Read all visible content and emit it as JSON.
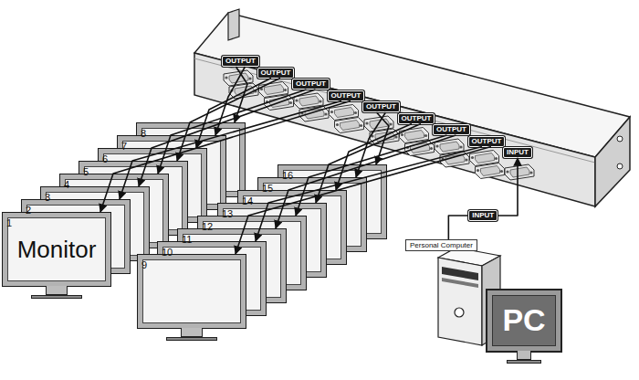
{
  "diagram": {
    "nodes": [
      {
        "text": [
          "OUTPUT"
        ]
      },
      {
        "text": [
          "OUTPUT"
        ]
      },
      {
        "text": [
          "OUTPUT"
        ]
      },
      {
        "text": [
          "OUTPUT"
        ]
      },
      {
        "text": [
          "OUTPUT"
        ]
      },
      {
        "text": [
          "OUTPUT"
        ]
      },
      {
        "text": [
          "OUTPUT"
        ]
      },
      {
        "text": [
          "OUTPUT"
        ]
      },
      {
        "text": [
          "INPUT"
        ]
      },
      {
        "text": [
          "1",
          "Monitor"
        ]
      },
      {
        "text": [
          "2"
        ]
      },
      {
        "text": [
          "3"
        ]
      },
      {
        "text": [
          "4"
        ]
      },
      {
        "text": [
          "5"
        ]
      },
      {
        "text": [
          "6"
        ]
      },
      {
        "text": [
          "7"
        ]
      },
      {
        "text": [
          "8"
        ]
      },
      {
        "text": [
          "9"
        ]
      },
      {
        "text": [
          "10"
        ]
      },
      {
        "text": [
          "11"
        ]
      },
      {
        "text": [
          "12"
        ]
      },
      {
        "text": [
          "13"
        ]
      },
      {
        "text": [
          "14"
        ]
      },
      {
        "text": [
          "15"
        ]
      },
      {
        "text": [
          "16"
        ]
      },
      {
        "text": [
          "Personal Computer"
        ]
      },
      {
        "text": [
          "PC"
        ]
      }
    ],
    "edges": [
      {
        "from": 0,
        "to": 16,
        "arrow": "to"
      },
      {
        "from": 0,
        "to": 15,
        "arrow": "to"
      },
      {
        "from": 1,
        "to": 14,
        "arrow": "to"
      },
      {
        "from": 1,
        "to": 13,
        "arrow": "to"
      },
      {
        "from": 2,
        "to": 12,
        "arrow": "to"
      },
      {
        "from": 2,
        "to": 11,
        "arrow": "to"
      },
      {
        "from": 3,
        "to": 10,
        "arrow": "to"
      },
      {
        "from": 3,
        "to": 9,
        "arrow": "to"
      },
      {
        "from": 4,
        "to": 24,
        "arrow": "to"
      },
      {
        "from": 4,
        "to": 23,
        "arrow": "to"
      },
      {
        "from": 5,
        "to": 22,
        "arrow": "to"
      },
      {
        "from": 5,
        "to": 21,
        "arrow": "to"
      },
      {
        "from": 6,
        "to": 20,
        "arrow": "to"
      },
      {
        "from": 6,
        "to": 19,
        "arrow": "to"
      },
      {
        "from": 7,
        "to": 18,
        "arrow": "to"
      },
      {
        "from": 7,
        "to": 17,
        "arrow": "to"
      },
      {
        "from": 25,
        "to": 8,
        "label": "INPUT",
        "arrow": "to"
      }
    ]
  }
}
